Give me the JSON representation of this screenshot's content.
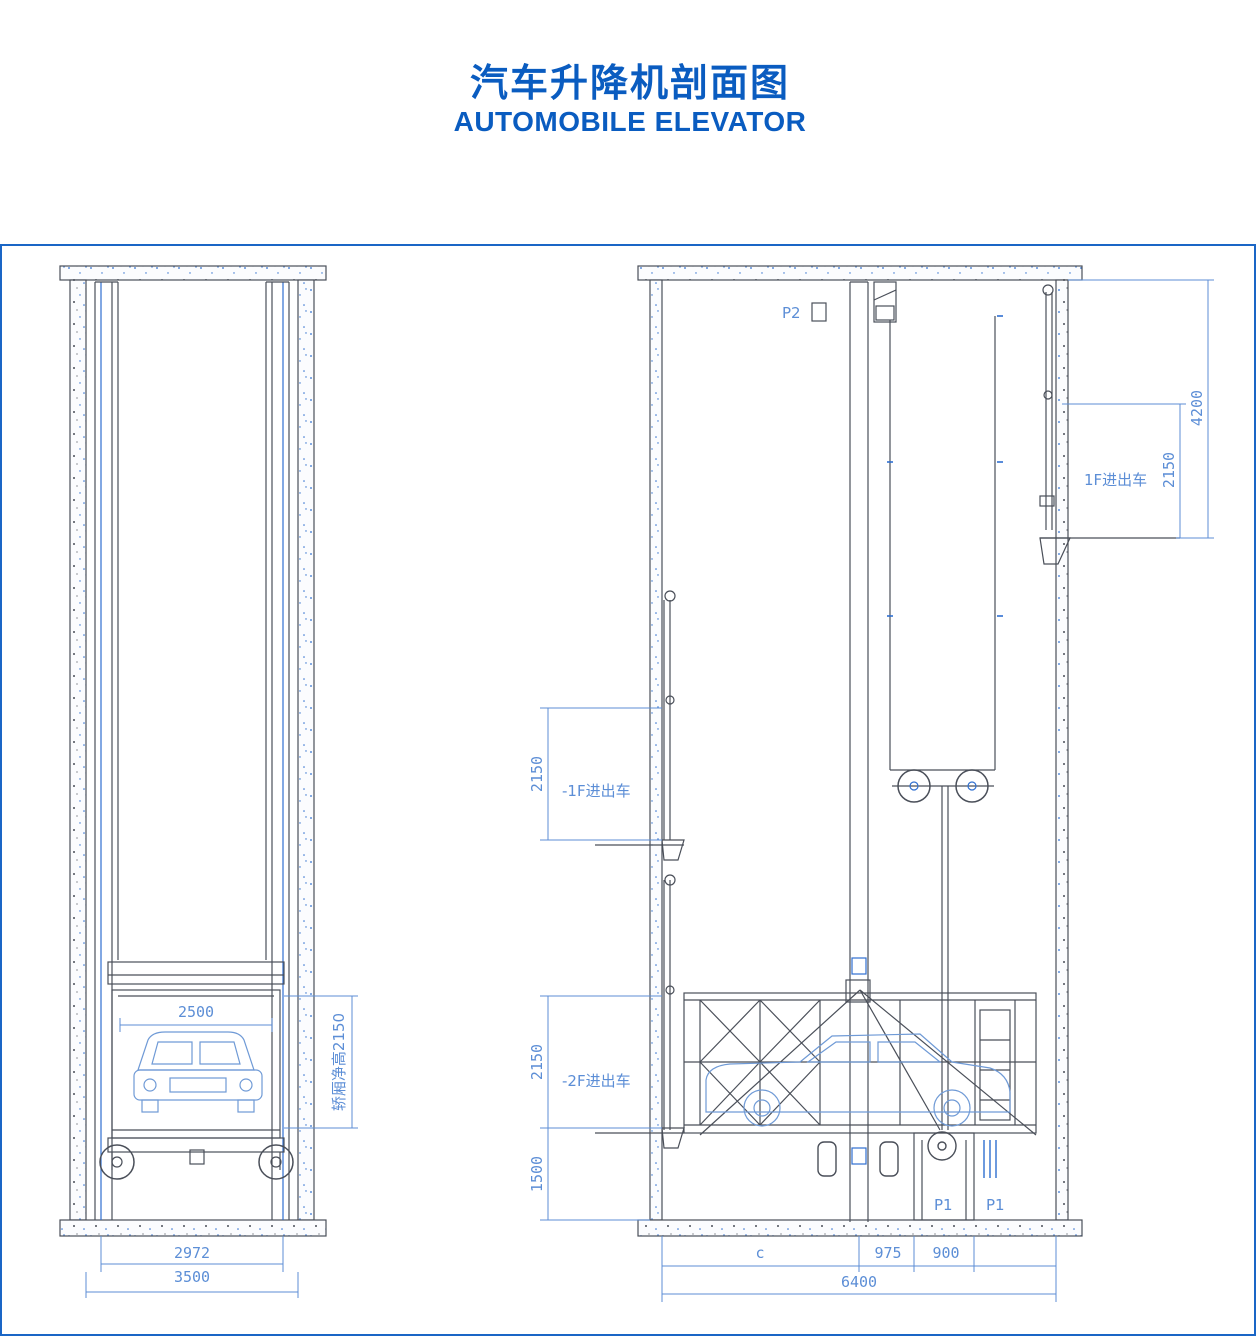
{
  "header": {
    "title_zh": "汽车升降机剖面图",
    "title_en": "AUTOMOBILE ELEVATOR"
  },
  "colors": {
    "accent": "#0a5cc0",
    "line": "#4a4f59",
    "dimension": "#5c8ed6",
    "concrete_speckle": "#2f6fd0"
  },
  "left_view": {
    "dim_inner_width": "2500",
    "dim_cabin_height": "轿厢净高2150",
    "dim_rail_width": "2972",
    "dim_shaft_width": "3500"
  },
  "right_view": {
    "label_p2": "P2",
    "label_p1_a": "P1",
    "label_p1_b": "P1",
    "dim_top": "4200",
    "dim_1f": "2150",
    "label_1f": "1F进出车",
    "dim_minus1f": "2150",
    "label_minus1f": "-1F进出车",
    "dim_minus2f": "2150",
    "label_minus2f": "-2F进出车",
    "dim_pit": "1500",
    "dim_c": "c",
    "dim_975": "975",
    "dim_900": "900",
    "dim_total": "6400"
  }
}
